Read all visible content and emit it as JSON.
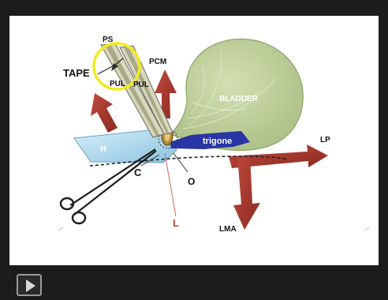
{
  "video": {
    "labels": {
      "ps": "PS",
      "tape": "TAPE",
      "pcm": "PCM",
      "pul_left": "PUL",
      "pul_right": "PUL",
      "bladder": "BLADDER",
      "lp": "LP",
      "h": "H",
      "trigone": "trigone",
      "c": "C",
      "o": "O",
      "l": "L",
      "lma": "LMA"
    },
    "controls": {
      "play_icon": "play-icon"
    },
    "colors": {
      "arrow": "#a3362b",
      "bladder": "#bfcf9c",
      "trigone": "#2a35a5",
      "highlight": "#f2ea1f",
      "h_plate": "#b9dff0",
      "l_label": "#d0443a"
    }
  }
}
